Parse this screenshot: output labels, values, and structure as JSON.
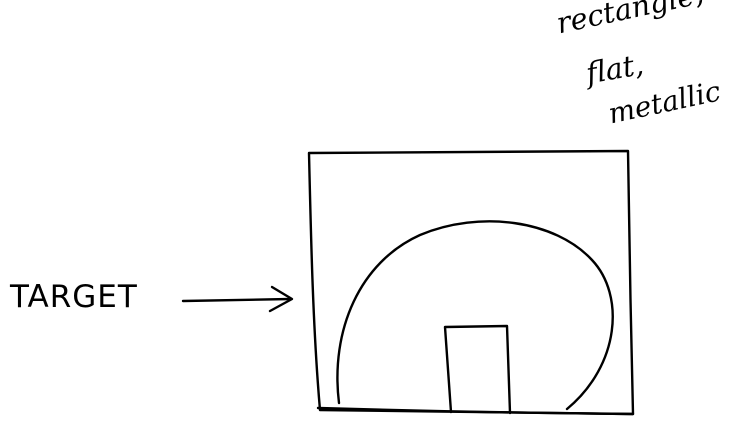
{
  "pointer_label": "TARGET",
  "annotation": {
    "line1": "rectangle,",
    "line2": "flat,",
    "line3": "metallic"
  },
  "colors": {
    "ink": "#000000",
    "background": "#ffffff"
  }
}
